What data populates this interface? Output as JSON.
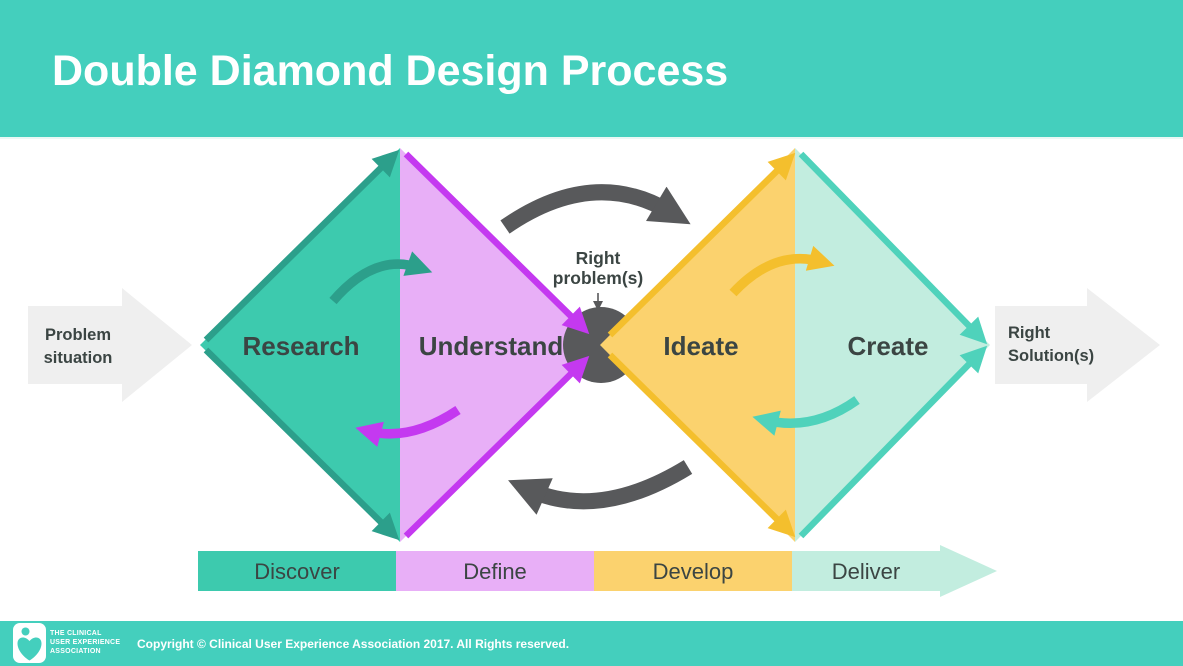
{
  "colors": {
    "band_teal": "#44CFBD",
    "teal_fill": "#3DCAAE",
    "teal_dark": "#2C9F8B",
    "purple_fill": "#E8AFF7",
    "purple": "#C439F0",
    "yellow_fill": "#FBD26E",
    "gold": "#F4BF2D",
    "mint_fill": "#C2EDDF",
    "mint_dark": "#4FD2BB",
    "gray_dark": "#58595B",
    "gray_light": "#EFEFEF",
    "text_dark": "#3B4543",
    "white": "#FFFFFF",
    "header_divider": "#EAF8F5"
  },
  "header": {
    "title": "Double Diamond Design Process"
  },
  "diagram": {
    "input_arrow": {
      "line1": "Problem",
      "line2": "situation"
    },
    "output_arrow": {
      "line1": "Right",
      "line2": "Solution(s)"
    },
    "center_label": {
      "line1": "Right",
      "line2": "problem(s)"
    },
    "diamond_labels": {
      "research": "Research",
      "understand": "Understand",
      "ideate": "Ideate",
      "create": "Create"
    }
  },
  "phase_bar": {
    "discover": "Discover",
    "define": "Define",
    "develop": "Develop",
    "deliver": "Deliver"
  },
  "footer": {
    "logo_line1": "THE CLINICAL",
    "logo_line2": "USER EXPERIENCE",
    "logo_line3": "ASSOCIATION",
    "copyright": "Copyright © Clinical User Experience Association 2017. All Rights reserved."
  }
}
